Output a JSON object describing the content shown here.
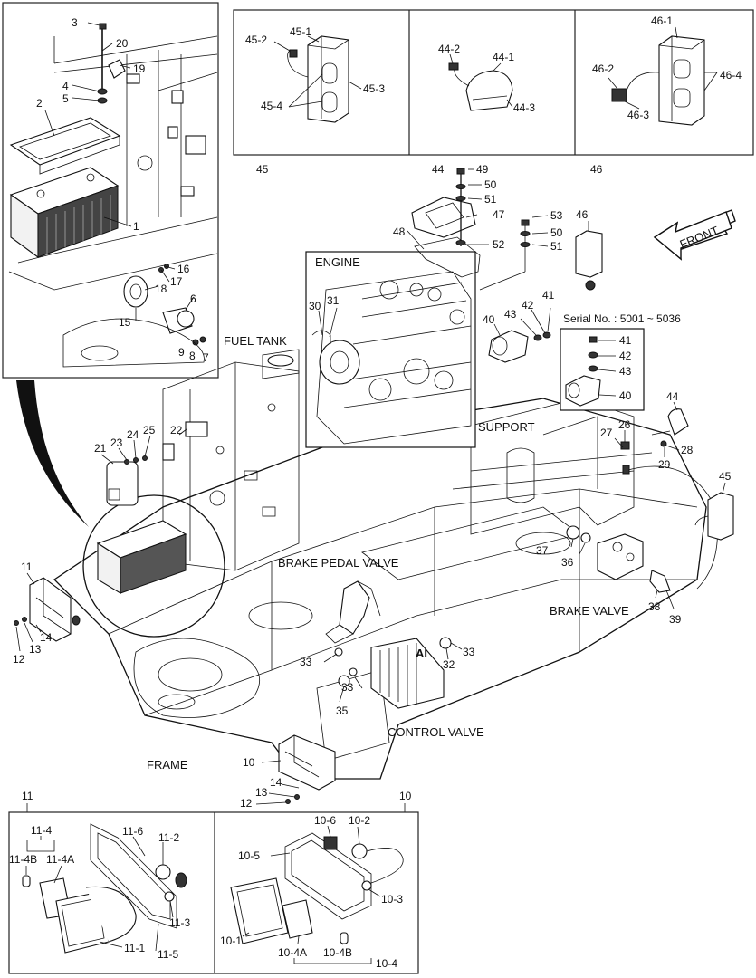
{
  "labels": {
    "fuel_tank": "FUEL TANK",
    "engine": "ENGINE",
    "support": "SUPPORT",
    "frame": "FRAME",
    "brake_pedal_valve": "BRAKE PEDAL VALVE",
    "brake_valve": "BRAKE VALVE",
    "control_valve": "CONTROL VALVE",
    "front": "FRONT",
    "serial_no": "Serial No. : 5001 ~ 5036",
    "ai_mark": "AI"
  },
  "callouts": {
    "n1": "1",
    "n2": "2",
    "n3": "3",
    "n4": "4",
    "n5": "5",
    "n6": "6",
    "n7": "7",
    "n8": "8",
    "n9": "9",
    "n10": "10",
    "n11": "11",
    "n12": "12",
    "n13": "13",
    "n14": "14",
    "n15": "15",
    "n16": "16",
    "n17": "17",
    "n18": "18",
    "n19": "19",
    "n20": "20",
    "n21": "21",
    "n22": "22",
    "n23": "23",
    "n24": "24",
    "n25": "25",
    "n26": "26",
    "n27": "27",
    "n28": "28",
    "n29": "29",
    "n30": "30",
    "n31": "31",
    "n32": "32",
    "n33": "33",
    "n35": "35",
    "n36": "36",
    "n37": "37",
    "n38": "38",
    "n39": "39",
    "n40": "40",
    "n41": "41",
    "n42": "42",
    "n43": "43",
    "n44": "44",
    "n45": "45",
    "n46": "46",
    "n47": "47",
    "n48": "48",
    "n49": "49",
    "n50": "50",
    "n51": "51",
    "n52": "52",
    "n53": "53",
    "n45_1": "45-1",
    "n45_2": "45-2",
    "n45_3": "45-3",
    "n45_4": "45-4",
    "n44_1": "44-1",
    "n44_2": "44-2",
    "n44_3": "44-3",
    "n46_1": "46-1",
    "n46_2": "46-2",
    "n46_3": "46-3",
    "n46_4": "46-4",
    "n11_1": "11-1",
    "n11_2": "11-2",
    "n11_3": "11-3",
    "n11_4": "11-4",
    "n11_4a": "11-4A",
    "n11_4b": "11-4B",
    "n11_5": "11-5",
    "n11_6": "11-6",
    "n10_1": "10-1",
    "n10_2": "10-2",
    "n10_3": "10-3",
    "n10_4": "10-4",
    "n10_4a": "10-4A",
    "n10_4b": "10-4B",
    "n10_5": "10-5",
    "n10_6": "10-6"
  }
}
